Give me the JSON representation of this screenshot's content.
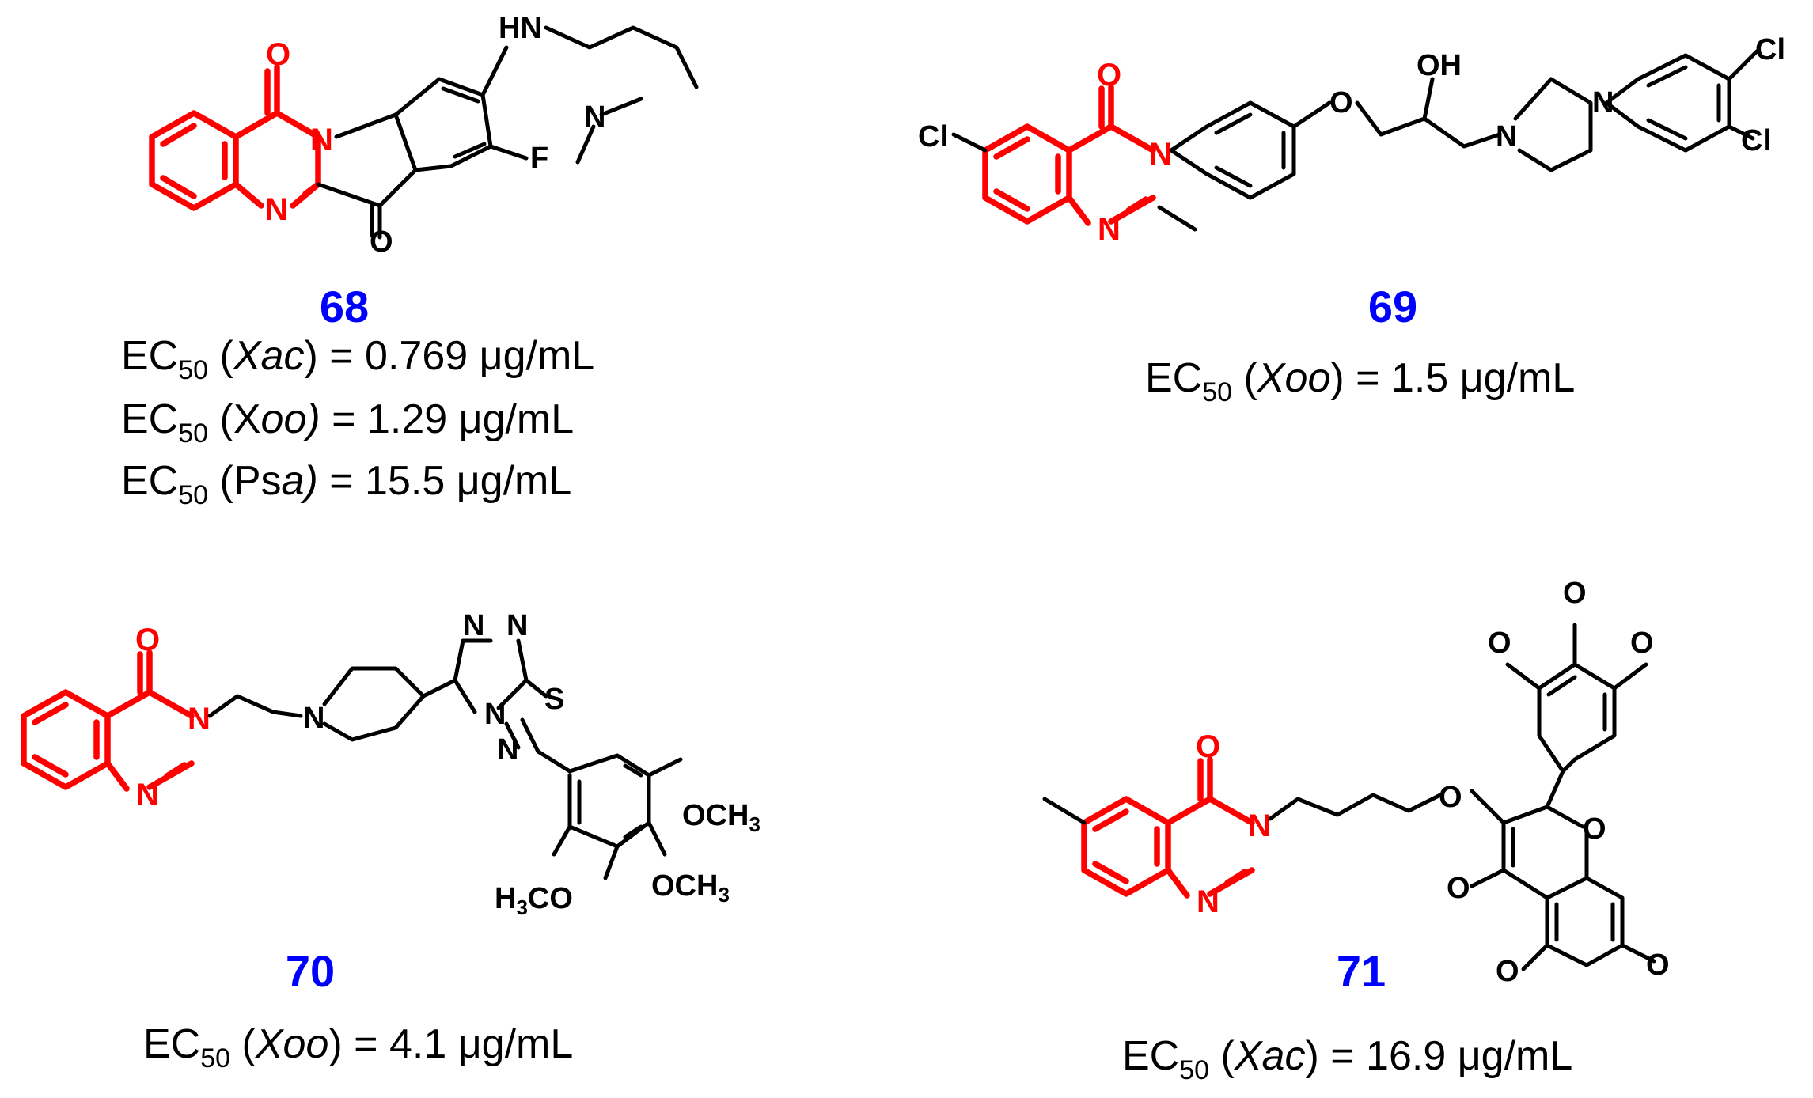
{
  "compounds": [
    {
      "id": "68",
      "activities": [
        {
          "prefix": "EC",
          "subscript": "50",
          "open": " (",
          "organism": "Xac",
          "close": ")",
          "value": " = 0.769 μg/mL"
        },
        {
          "prefix": "EC",
          "subscript": "50",
          "open": " (X",
          "organism": "oo)",
          "close": "",
          "value": " = 1.29 μg/mL"
        },
        {
          "prefix": "EC",
          "subscript": "50",
          "open": " (Ps",
          "organism": "a)",
          "close": "",
          "value": " = 15.5 μg/mL"
        }
      ]
    },
    {
      "id": "69",
      "activities": [
        {
          "prefix": "EC",
          "subscript": "50",
          "open": " (",
          "organism": "Xoo",
          "close": ")",
          "value": " = 1.5 μg/mL"
        }
      ]
    },
    {
      "id": "70",
      "activities": [
        {
          "prefix": "EC",
          "subscript": "50",
          "open": " (",
          "organism": "Xoo",
          "close": ")",
          "value": " = 4.1 μg/mL"
        }
      ]
    },
    {
      "id": "71",
      "activities": [
        {
          "prefix": "EC",
          "subscript": "50",
          "open": " (",
          "organism": "Xac",
          "close": ")",
          "value": " = 16.9 μg/mL"
        }
      ]
    }
  ],
  "atoms": {
    "O": "O",
    "N": "N",
    "HN": "HN",
    "F": "F",
    "Cl": "Cl",
    "OH": "OH",
    "S": "S",
    "OCH": "OCH",
    "sub3": "3",
    "H": "H",
    "CO": "CO"
  },
  "colors": {
    "core": "#ff0000",
    "label": "#0000ff",
    "bond": "#000000"
  }
}
